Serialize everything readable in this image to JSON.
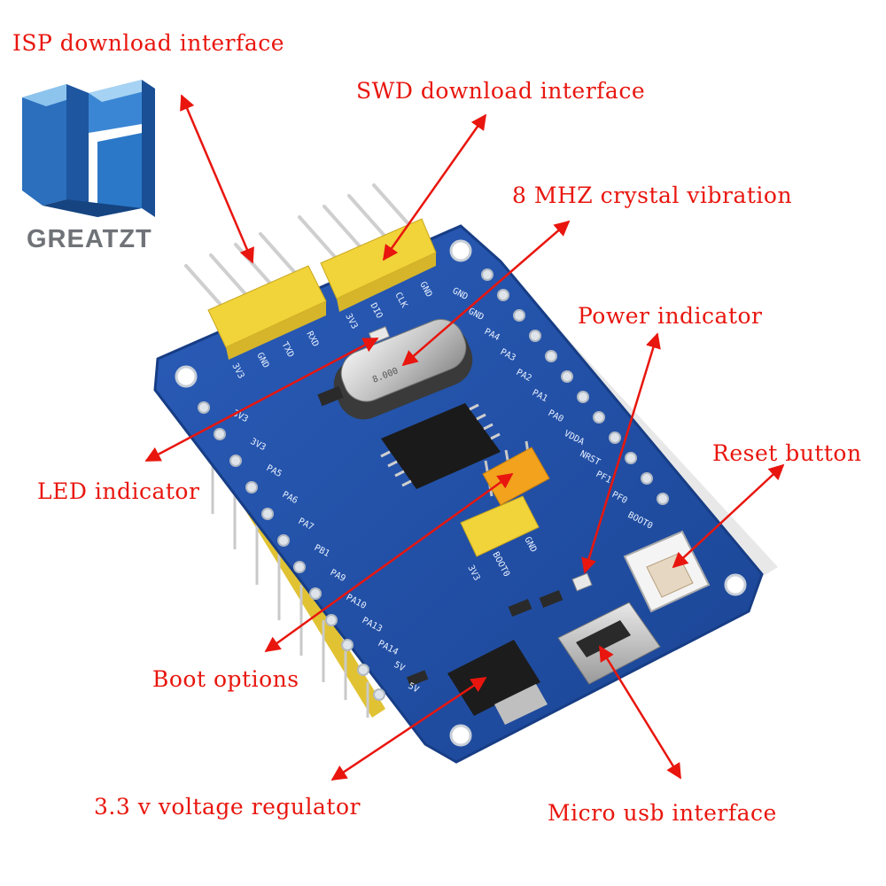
{
  "brand": {
    "logo_text": "GREATZT",
    "colors": {
      "logo_blue": "#2b78c8",
      "logo_light": "#8cc4ee",
      "logo_text": "#6f7277"
    }
  },
  "callouts": {
    "isp": "ISP download interface",
    "swd": "SWD download interface",
    "crystal": "8 MHZ crystal vibration",
    "power": "Power indicator",
    "reset": "Reset button",
    "led": "LED indicator",
    "boot": "Boot options",
    "regulator": "3.3 v voltage regulator",
    "usb": "Micro usb interface"
  },
  "board": {
    "crystal_marking": "8.000",
    "header_isp": [
      "3V3",
      "GND",
      "TXD",
      "RXD"
    ],
    "header_swd": [
      "3V3",
      "DIO",
      "CLK",
      "GND"
    ],
    "boot_header": [
      "3V3",
      "BOOT0",
      "GND"
    ],
    "left_pins": [
      "3V3",
      "3V3",
      "PA5",
      "PA6",
      "PA7",
      "PB1",
      "PA9",
      "PA10",
      "PA13",
      "PA14",
      "5V",
      "5V"
    ],
    "right_pins": [
      "GND",
      "GND",
      "PA4",
      "PA3",
      "PA2",
      "PA1",
      "PA0",
      "VDDA",
      "NRST",
      "PF1",
      "PF0",
      "BOOT0"
    ]
  },
  "colors": {
    "callout_red": "#e8160e",
    "pcb_blue": "#1f4fa8",
    "pcb_edge": "#173d85",
    "header_yellow": "#f1d33a",
    "jumper_orange": "#f2a21c"
  }
}
